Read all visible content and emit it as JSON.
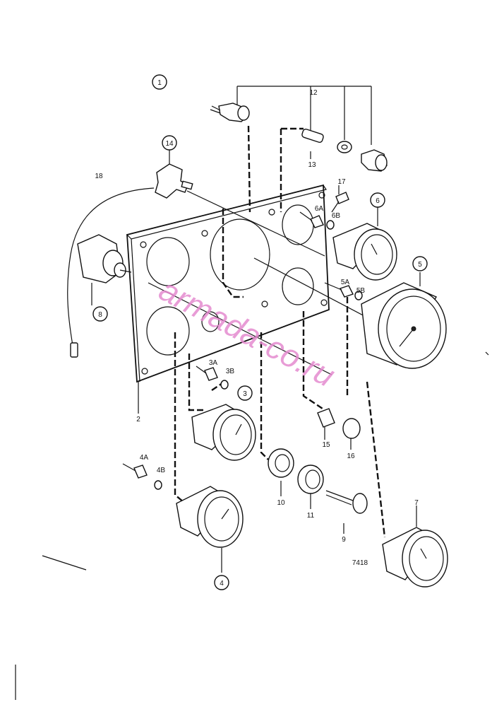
{
  "diagram": {
    "labels": {
      "l1": "1",
      "l2": "2",
      "l3": "3",
      "l3a": "3A",
      "l3b": "3B",
      "l4": "4",
      "l4a": "4A",
      "l4b": "4B",
      "l5": "5",
      "l5a": "5A",
      "l5b": "5B",
      "l6": "6",
      "l6a": "6A",
      "l6b": "6B",
      "l7": "7",
      "l8": "8",
      "l9": "9",
      "l10": "10",
      "l11": "11",
      "l12": "12",
      "l13": "13",
      "l14": "14",
      "l15": "15",
      "l16": "16",
      "l17": "17",
      "l18": "18"
    },
    "drawing_number": "7418",
    "watermark": "armada-co.ru",
    "colors": {
      "ink": "#111111",
      "watermark": "#e58bd0",
      "paper": "#ffffff"
    }
  }
}
